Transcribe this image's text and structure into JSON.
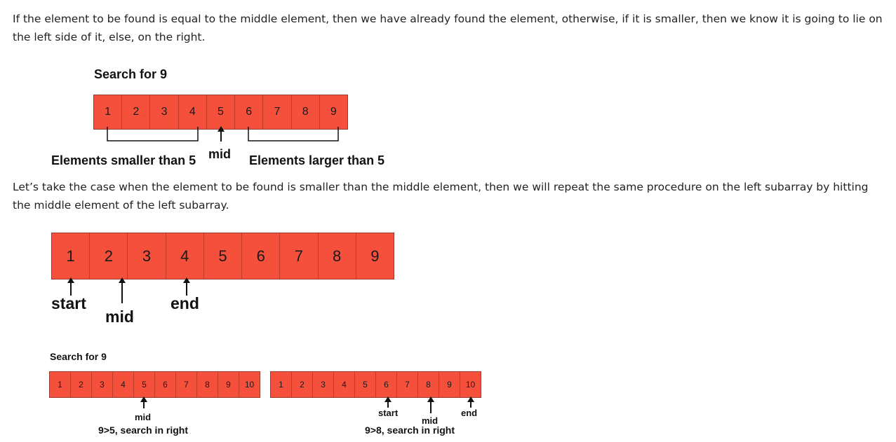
{
  "paragraphs": {
    "p1": "If the element to be found is equal to the middle element, then we have already found the element, otherwise, if it is smaller, then we know it is going to lie on the left side of it, else, on the right.",
    "p2": "Let’s take the case when the element to be found is smaller than the middle element, then we will repeat the same procedure on the left subarray by hitting the middle element of the left subarray."
  },
  "diagram1": {
    "title": "Search for 9",
    "cells": [
      "1",
      "2",
      "3",
      "4",
      "5",
      "6",
      "7",
      "8",
      "9"
    ],
    "mid_label": "mid",
    "left_label": "Elements smaller than 5",
    "right_label": "Elements larger than 5"
  },
  "diagram2": {
    "cells": [
      "1",
      "2",
      "3",
      "4",
      "5",
      "6",
      "7",
      "8",
      "9"
    ],
    "start_label": "start",
    "mid_label": "mid",
    "end_label": "end"
  },
  "diagram3": {
    "title": "Search for 9",
    "left": {
      "cells": [
        "1",
        "2",
        "3",
        "4",
        "5",
        "6",
        "7",
        "8",
        "9",
        "10"
      ],
      "mid_label": "mid",
      "caption": "9>5, search in right"
    },
    "right": {
      "cells": [
        "1",
        "2",
        "3",
        "4",
        "5",
        "6",
        "7",
        "8",
        "9",
        "10"
      ],
      "start_label": "start",
      "mid_label": "mid",
      "end_label": "end",
      "caption": "9>8, search in right"
    }
  },
  "colors": {
    "cell_fill": "#f5503c",
    "cell_border": "#c43a2a"
  }
}
